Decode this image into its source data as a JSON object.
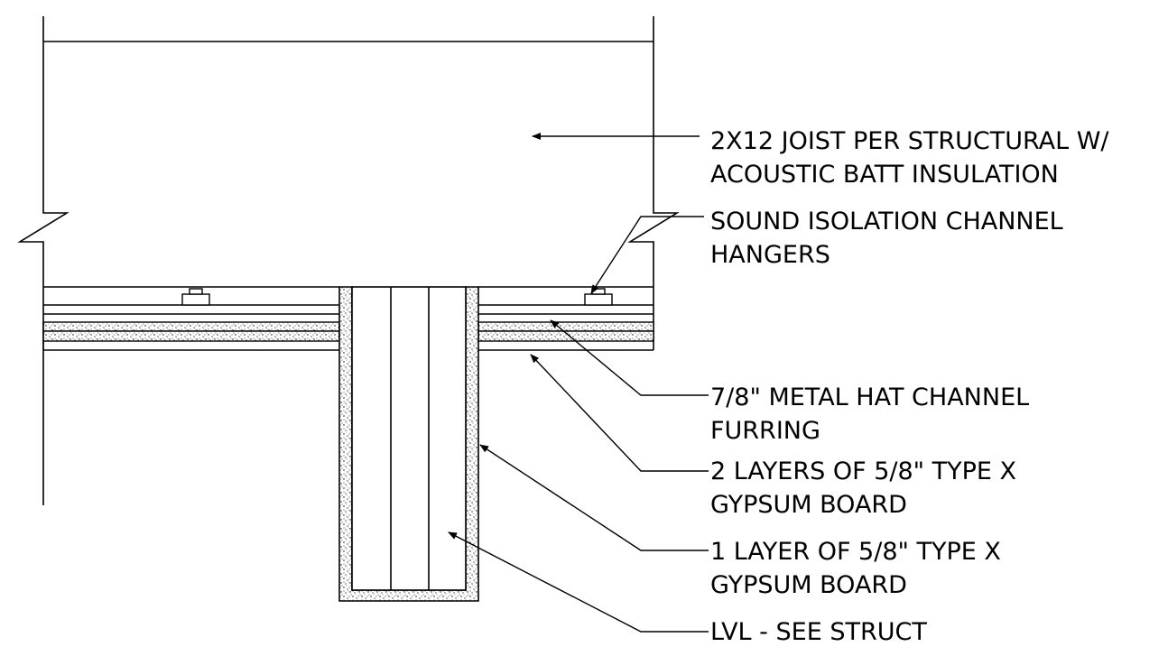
{
  "callouts": {
    "joist": {
      "line1": "2X12 JOIST PER STRUCTURAL W/",
      "line2": "ACOUSTIC BATT INSULATION"
    },
    "hangers": {
      "line1": "SOUND ISOLATION CHANNEL",
      "line2": "HANGERS"
    },
    "furring": {
      "line1": "7/8\" METAL HAT CHANNEL",
      "line2": "FURRING"
    },
    "gyp_two_layers": {
      "line1": "2 LAYERS OF 5/8\" TYPE X",
      "line2": "GYPSUM BOARD"
    },
    "gyp_one_layer": {
      "line1": "1 LAYER OF 5/8\" TYPE X",
      "line2": "GYPSUM BOARD"
    },
    "lvl": {
      "line1": "LVL - SEE STRUCT"
    }
  }
}
